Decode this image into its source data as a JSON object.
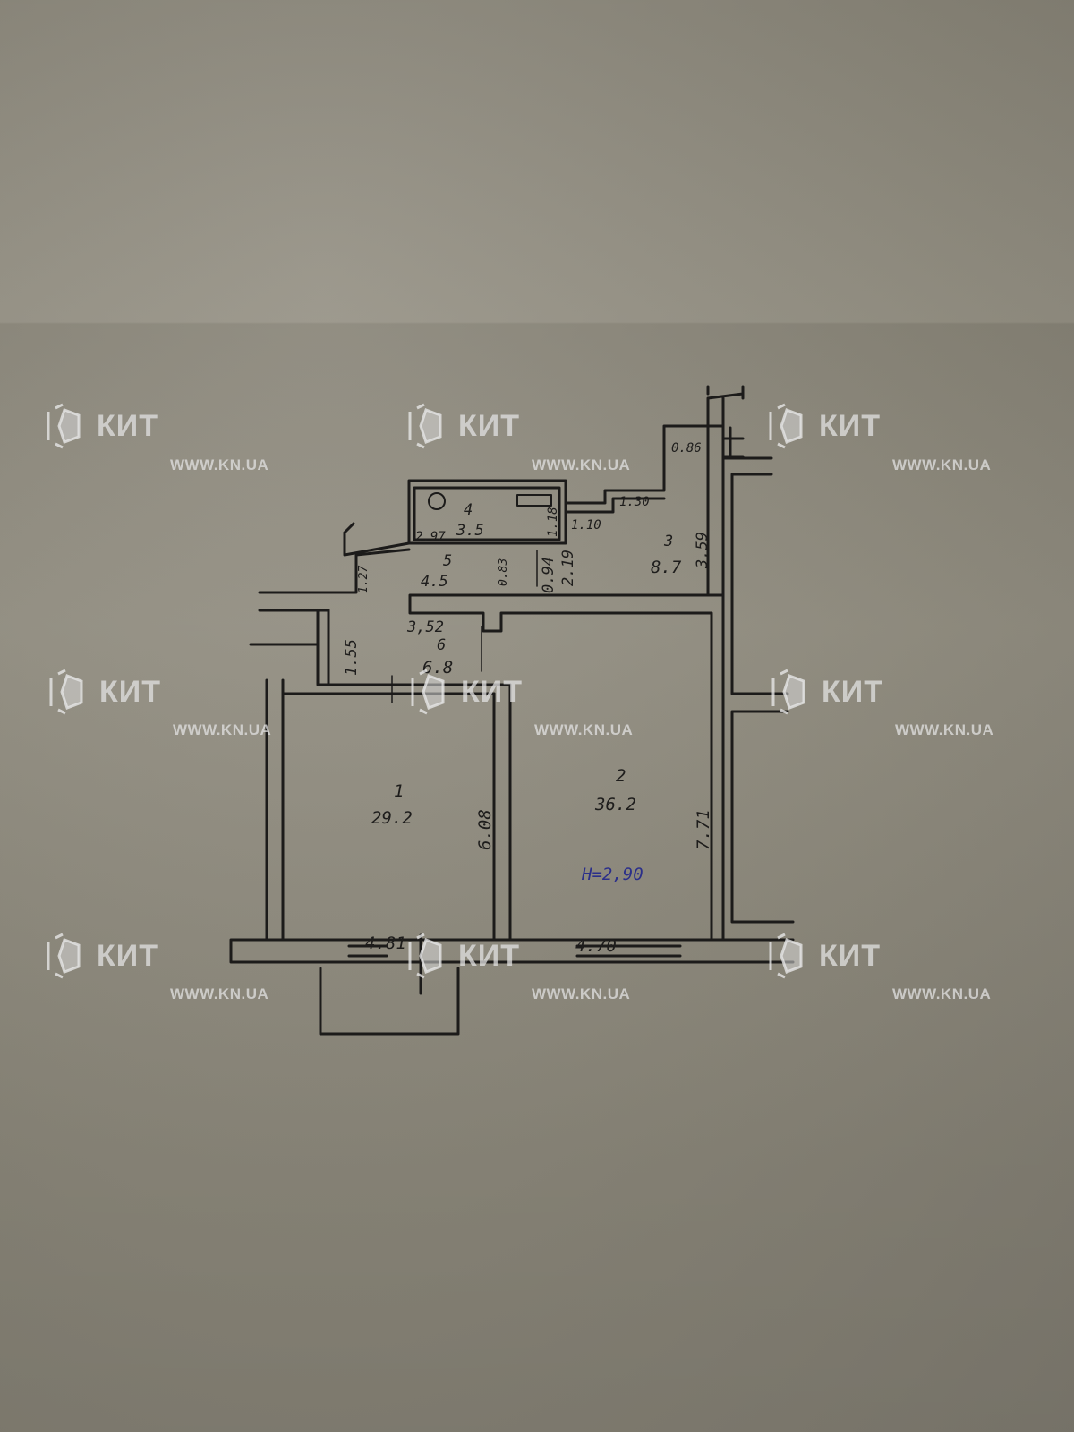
{
  "watermark": {
    "brand": "КИТ",
    "url": "WWW.KN.UA"
  },
  "plan": {
    "ceiling_height": "H=2,90",
    "rooms": [
      {
        "number": "1",
        "area": "29.2"
      },
      {
        "number": "2",
        "area": "36.2"
      },
      {
        "number": "3",
        "area": "8.7"
      },
      {
        "number": "4",
        "area": "3.5"
      },
      {
        "number": "5",
        "area": "4.5"
      },
      {
        "number": "6",
        "area": "6.8"
      }
    ],
    "dimensions": {
      "room1_width": "4.81",
      "room1_depth": "6.08",
      "room2_width": "4.70",
      "room2_depth": "7.71",
      "room6_width": "3,52",
      "room6_depth": "1.55",
      "room5_depth_left": "1.27",
      "room5_depth_mid": "0.83",
      "room5_depth_right": "0.94",
      "room4_width": "2.97",
      "room4_depth": "1.18",
      "room3_width": "1.10",
      "room3_depth": "3.59",
      "room3_door": "2.19",
      "niche_width": "1.30",
      "shaft_width": "0.86"
    }
  }
}
